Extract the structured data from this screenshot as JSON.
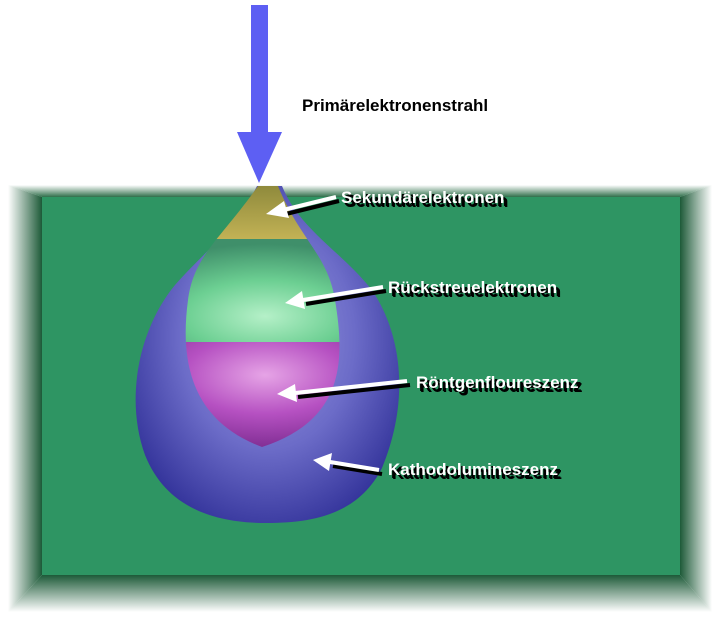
{
  "beam": {
    "label": "Primärelektronenstrahl"
  },
  "zones": [
    {
      "id": "secondary",
      "label": "Sekundärelektronen",
      "color": "#b5a546"
    },
    {
      "id": "backscatter",
      "label": "Rückstreuelektronen",
      "color": "#7fdca0"
    },
    {
      "id": "xray",
      "label": "Röntgenfloureszenz",
      "color": "#b84fb8"
    },
    {
      "id": "cathodo",
      "label": "Kathodolumineszenz",
      "color": "#4c4cb0"
    }
  ],
  "colors": {
    "specimen": "#2e9563",
    "beam_arrow": "#5d5ff3",
    "pear_outer": "#3a3a9e",
    "label_text": "#ffffff"
  }
}
